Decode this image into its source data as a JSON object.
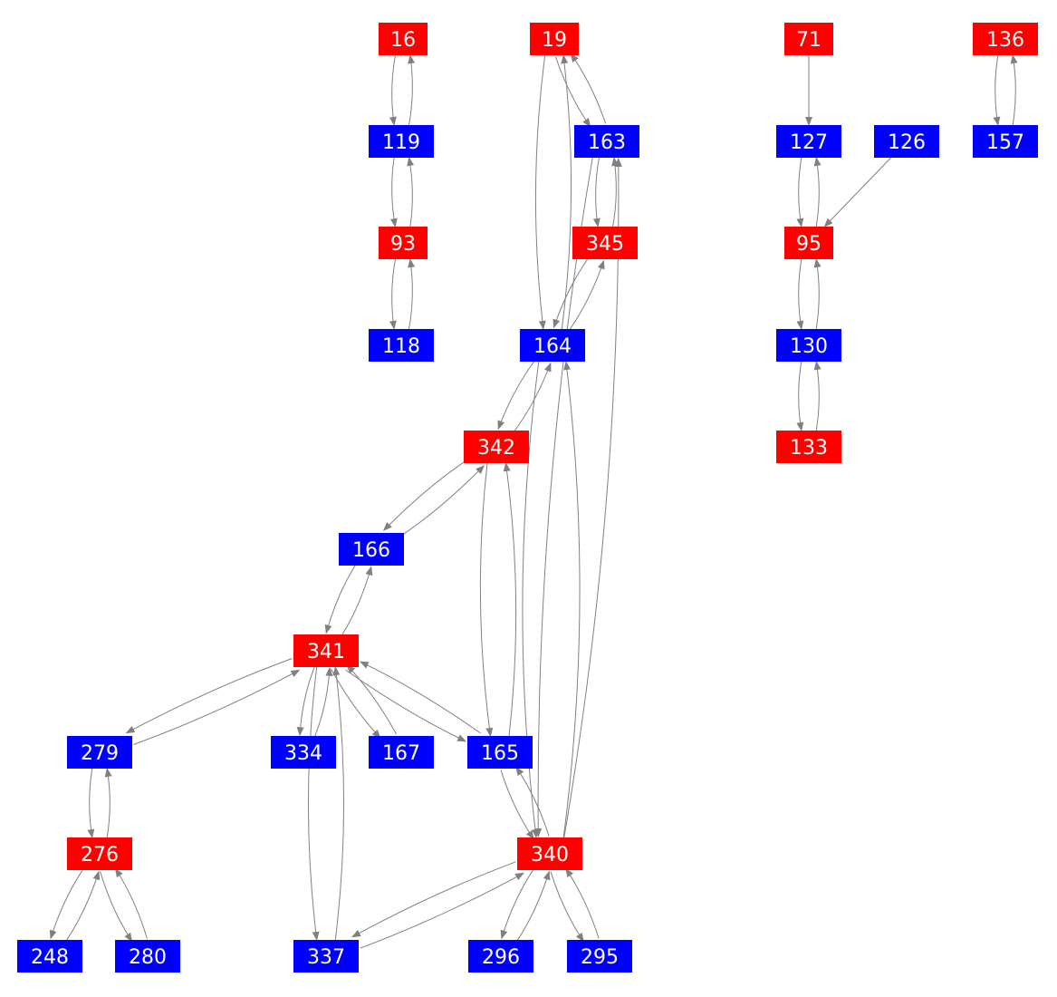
{
  "colors": {
    "red": "#ff0000",
    "blue": "#0000ff",
    "edge": "#808080"
  },
  "nodes": [
    {
      "id": "16",
      "color": "red"
    },
    {
      "id": "19",
      "color": "red"
    },
    {
      "id": "71",
      "color": "red"
    },
    {
      "id": "136",
      "color": "red"
    },
    {
      "id": "119",
      "color": "blue"
    },
    {
      "id": "163",
      "color": "blue"
    },
    {
      "id": "127",
      "color": "blue"
    },
    {
      "id": "126",
      "color": "blue"
    },
    {
      "id": "157",
      "color": "blue"
    },
    {
      "id": "93",
      "color": "red"
    },
    {
      "id": "345",
      "color": "red"
    },
    {
      "id": "95",
      "color": "red"
    },
    {
      "id": "118",
      "color": "blue"
    },
    {
      "id": "164",
      "color": "blue"
    },
    {
      "id": "130",
      "color": "blue"
    },
    {
      "id": "342",
      "color": "red"
    },
    {
      "id": "133",
      "color": "red"
    },
    {
      "id": "166",
      "color": "blue"
    },
    {
      "id": "341",
      "color": "red"
    },
    {
      "id": "279",
      "color": "blue"
    },
    {
      "id": "334",
      "color": "blue"
    },
    {
      "id": "167",
      "color": "blue"
    },
    {
      "id": "165",
      "color": "blue"
    },
    {
      "id": "276",
      "color": "red"
    },
    {
      "id": "340",
      "color": "red"
    },
    {
      "id": "248",
      "color": "blue"
    },
    {
      "id": "280",
      "color": "blue"
    },
    {
      "id": "337",
      "color": "blue"
    },
    {
      "id": "296",
      "color": "blue"
    },
    {
      "id": "295",
      "color": "blue"
    }
  ],
  "edges": [
    [
      "16",
      "119"
    ],
    [
      "119",
      "16"
    ],
    [
      "119",
      "93"
    ],
    [
      "93",
      "119"
    ],
    [
      "93",
      "118"
    ],
    [
      "118",
      "93"
    ],
    [
      "19",
      "163"
    ],
    [
      "163",
      "19"
    ],
    [
      "19",
      "164"
    ],
    [
      "164",
      "19"
    ],
    [
      "163",
      "345"
    ],
    [
      "345",
      "163"
    ],
    [
      "345",
      "164"
    ],
    [
      "164",
      "345"
    ],
    [
      "163",
      "340"
    ],
    [
      "340",
      "163"
    ],
    [
      "164",
      "342"
    ],
    [
      "342",
      "164"
    ],
    [
      "164",
      "340"
    ],
    [
      "340",
      "164"
    ],
    [
      "342",
      "166"
    ],
    [
      "166",
      "342"
    ],
    [
      "342",
      "165"
    ],
    [
      "165",
      "342"
    ],
    [
      "166",
      "341"
    ],
    [
      "341",
      "166"
    ],
    [
      "341",
      "279"
    ],
    [
      "279",
      "341"
    ],
    [
      "341",
      "334"
    ],
    [
      "334",
      "341"
    ],
    [
      "341",
      "167"
    ],
    [
      "167",
      "341"
    ],
    [
      "341",
      "165"
    ],
    [
      "165",
      "341"
    ],
    [
      "341",
      "337"
    ],
    [
      "337",
      "341"
    ],
    [
      "279",
      "276"
    ],
    [
      "276",
      "279"
    ],
    [
      "276",
      "248"
    ],
    [
      "248",
      "276"
    ],
    [
      "276",
      "280"
    ],
    [
      "280",
      "276"
    ],
    [
      "165",
      "340"
    ],
    [
      "340",
      "165"
    ],
    [
      "340",
      "337"
    ],
    [
      "337",
      "340"
    ],
    [
      "340",
      "296"
    ],
    [
      "296",
      "340"
    ],
    [
      "340",
      "295"
    ],
    [
      "295",
      "340"
    ],
    [
      "71",
      "127"
    ],
    [
      "127",
      "95"
    ],
    [
      "95",
      "127"
    ],
    [
      "126",
      "95"
    ],
    [
      "95",
      "130"
    ],
    [
      "130",
      "95"
    ],
    [
      "130",
      "133"
    ],
    [
      "133",
      "130"
    ],
    [
      "136",
      "157"
    ],
    [
      "157",
      "136"
    ]
  ]
}
